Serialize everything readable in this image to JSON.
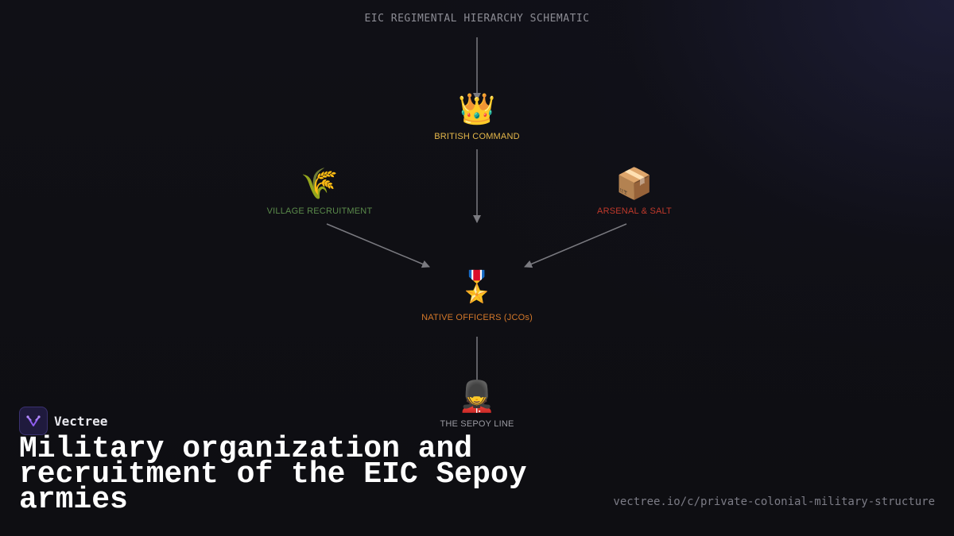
{
  "diagram": {
    "title": "EIC REGIMENTAL HIERARCHY SCHEMATIC",
    "nodes": [
      {
        "id": "british-command",
        "icon": "👑",
        "icon_name": "crown-icon",
        "label": "BRITISH COMMAND",
        "color": "#e6b84a"
      },
      {
        "id": "village-recruitment",
        "icon": "🌾",
        "icon_name": "wheat-icon",
        "label": "VILLAGE RECRUITMENT",
        "color": "#5a8a4a"
      },
      {
        "id": "arsenal-salt",
        "icon": "📦",
        "icon_name": "package-icon",
        "label": "ARSENAL & SALT",
        "color": "#c0392b"
      },
      {
        "id": "native-officers",
        "icon": "🎖️",
        "icon_name": "military-medal-icon",
        "label": "NATIVE OFFICERS (JCOs)",
        "color": "#d4782a"
      },
      {
        "id": "sepoy-line",
        "icon": "💂",
        "icon_name": "guard-icon",
        "label": "THE SEPOY LINE",
        "color": "#9a9aa2"
      }
    ],
    "edges": [
      {
        "from": "top",
        "to": "british-command"
      },
      {
        "from": "british-command",
        "to": "native-officers"
      },
      {
        "from": "village-recruitment",
        "to": "native-officers"
      },
      {
        "from": "arsenal-salt",
        "to": "native-officers"
      },
      {
        "from": "native-officers",
        "to": "sepoy-line"
      }
    ],
    "edge_color": "#7a7a80"
  },
  "brand": {
    "name": "Vectree",
    "logo_icon": "vectree-logo-icon",
    "accent": "#8e5cf0"
  },
  "headline": "Military organization and recruitment of the EIC Sepoy armies",
  "url": "vectree.io/c/private-colonial-military-structure"
}
